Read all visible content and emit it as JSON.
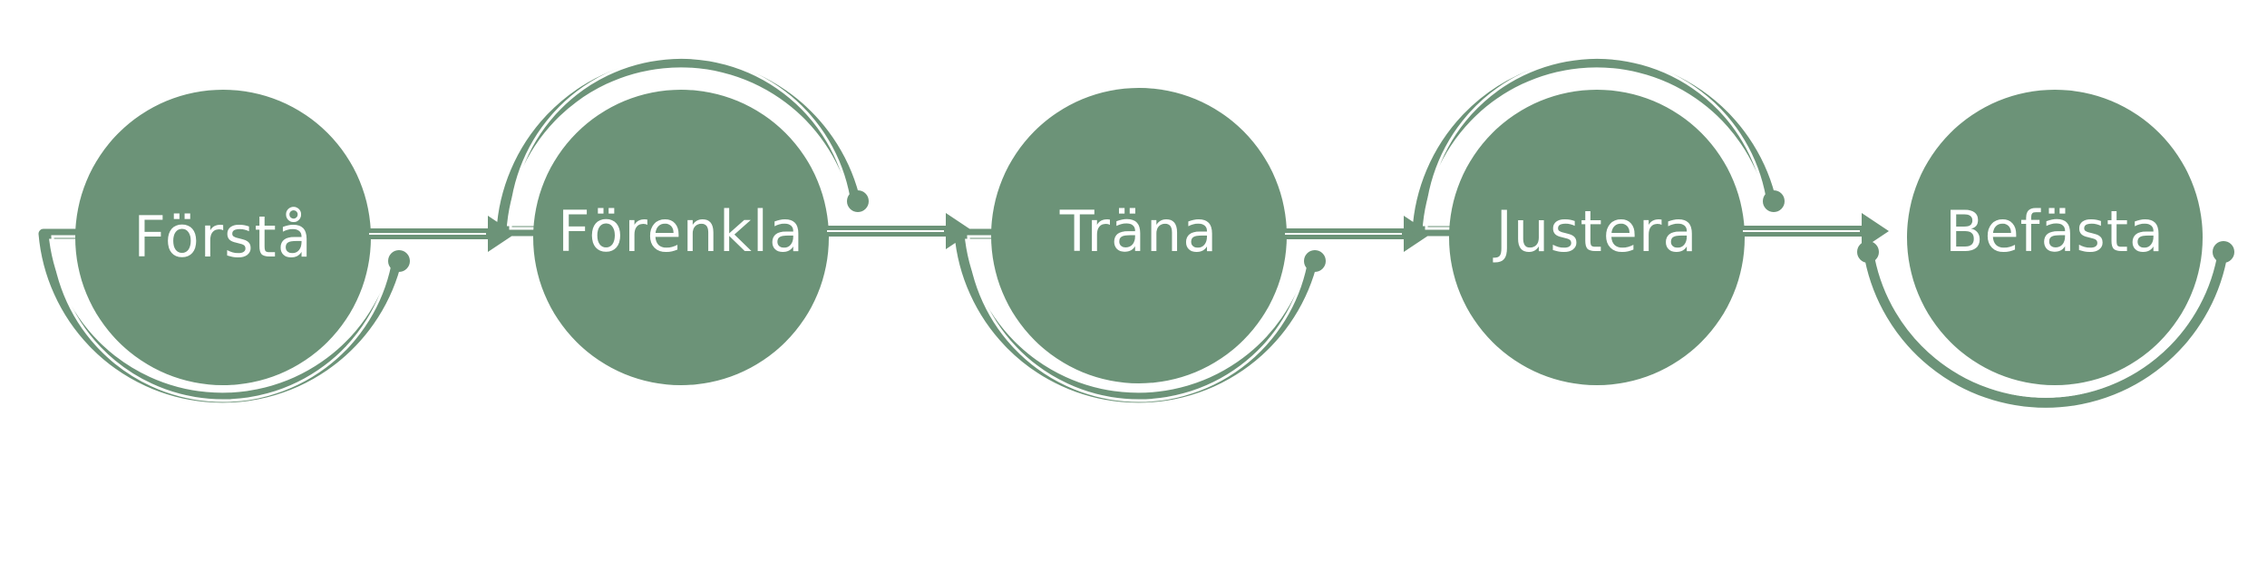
{
  "colors": {
    "accent": "#6c9378",
    "text": "#ffffff",
    "background": "#ffffff"
  },
  "steps": [
    {
      "label": "Förstå",
      "loop": "bottom"
    },
    {
      "label": "Förenkla",
      "loop": "top"
    },
    {
      "label": "Träna",
      "loop": "bottom"
    },
    {
      "label": "Justera",
      "loop": "top"
    },
    {
      "label": "Befästa",
      "loop": "bottom-open"
    }
  ]
}
